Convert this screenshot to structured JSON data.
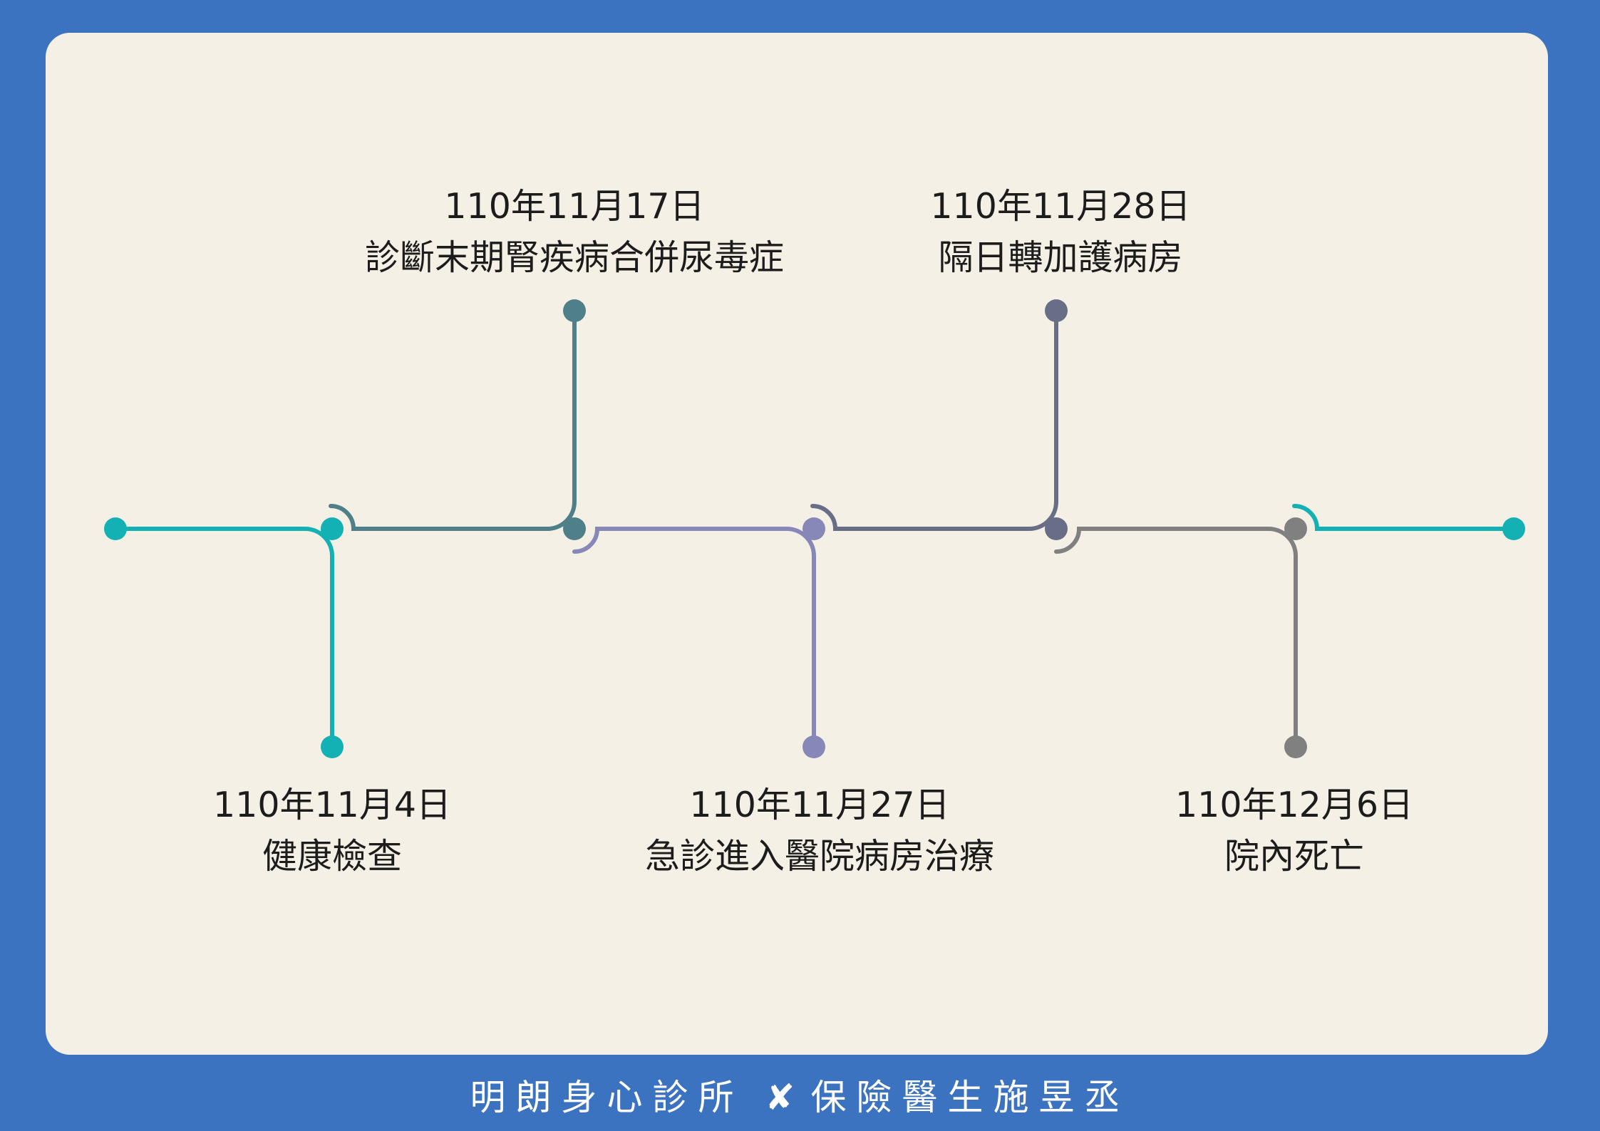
{
  "events": [
    {
      "date": "110年11月4日",
      "desc": "健康檢查",
      "color": "#13b1b4"
    },
    {
      "date": "110年11月17日",
      "desc": "診斷末期腎疾病合併尿毒症",
      "color": "#4f7f88"
    },
    {
      "date": "110年11月27日",
      "desc": "急診進入醫院病房治療",
      "color": "#8787b8"
    },
    {
      "date": "110年11月28日",
      "desc": "隔日轉加護病房",
      "color": "#676e86"
    },
    {
      "date": "110年12月6日",
      "desc": "院內死亡",
      "color": "#808080"
    }
  ],
  "colors": {
    "end": "#13b1b4",
    "background": "#3b73c0",
    "card": "#f5f0e5"
  },
  "footer": {
    "left": "明朗身心診所",
    "separator": "✘",
    "right": "保險醫生施昱丞"
  }
}
